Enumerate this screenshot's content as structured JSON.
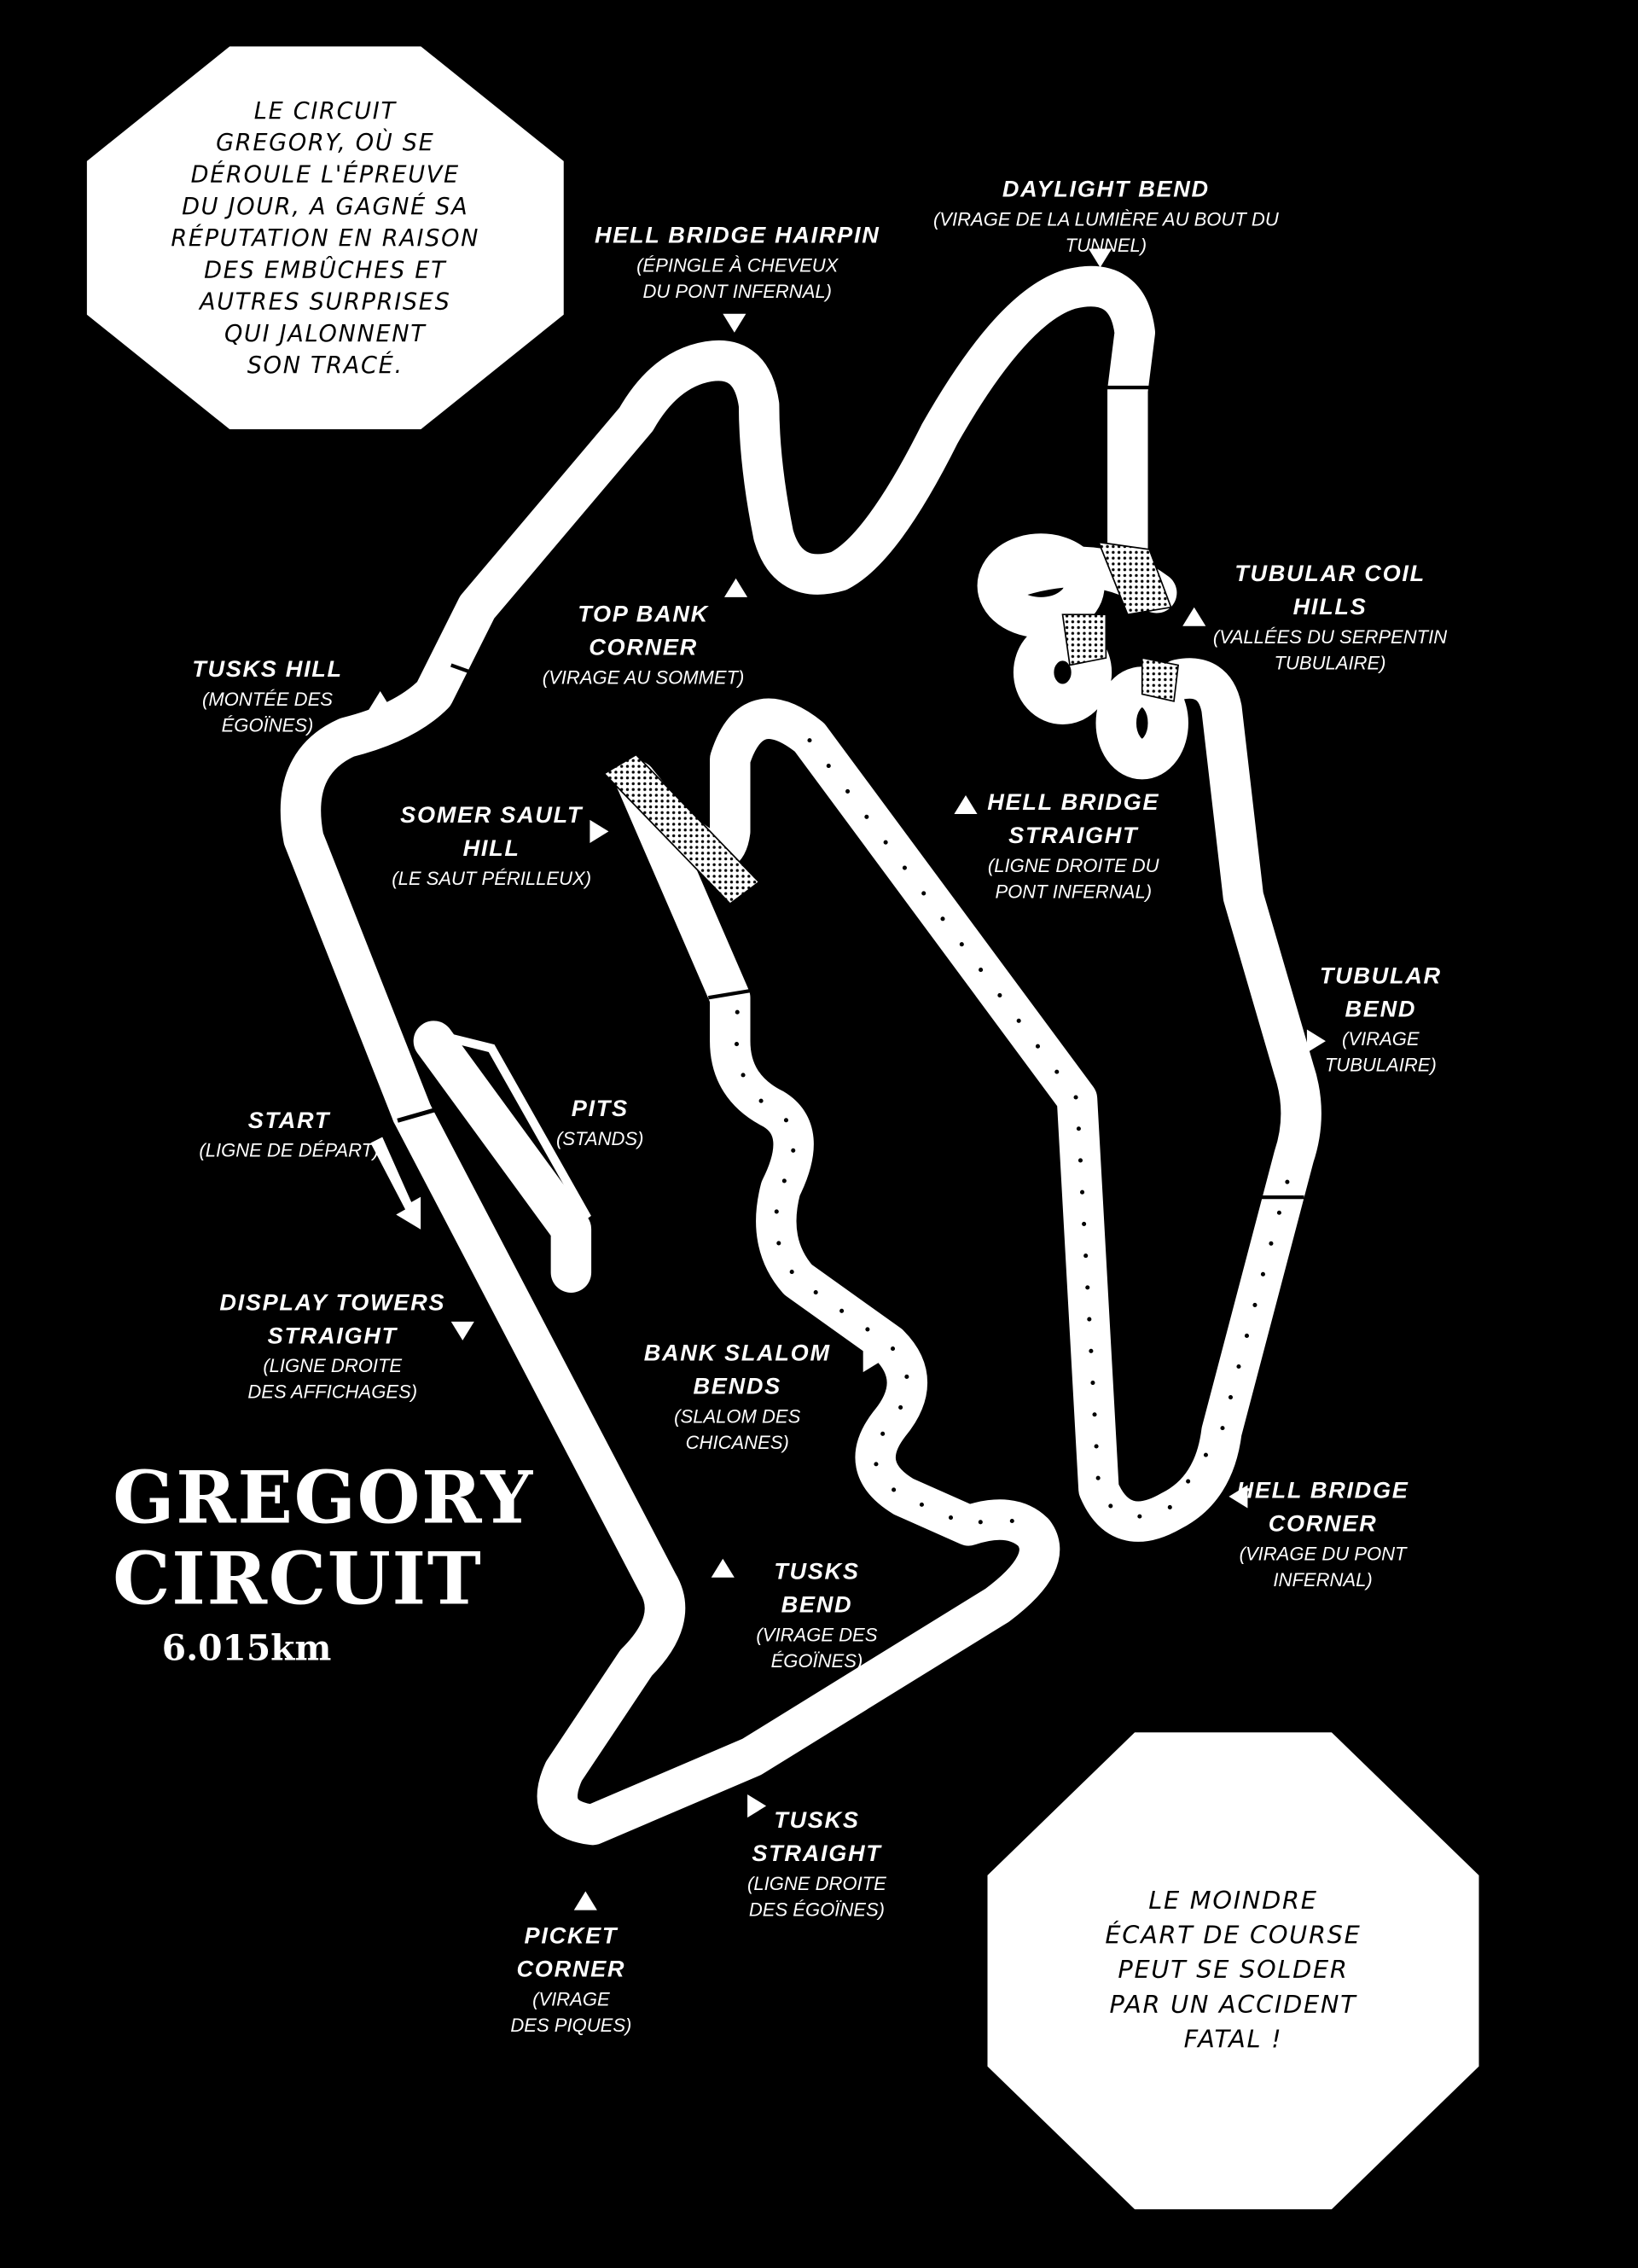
{
  "bubbles": {
    "top": "Le circuit\nGregory, où se\ndéroule l'épreuve\ndu jour, a gagné sa\nréputation en raison\ndes embûches et\nautres surprises\nqui jalonnent\nson tracé.",
    "bottom": "Le moindre\nécart de course\npeut se solder\npar un accident\nfatal !"
  },
  "circuit": {
    "name_line1": "GREGORY",
    "name_line2": "CIRCUIT",
    "length": "6.015km"
  },
  "labels": {
    "daylight_bend": {
      "title": "DAYLIGHT BEND",
      "sub": "(VIRAGE DE LA LUMIÈRE AU BOUT DU TUNNEL)"
    },
    "hell_bridge_hairpin": {
      "title": "HELL BRIDGE HAIRPIN",
      "sub": "(ÉPINGLE À CHEVEUX\nDU PONT INFERNAL)"
    },
    "tubular_coil_hills": {
      "title": "TUBULAR COIL\nHILLS",
      "sub": "(VALLÉES DU SERPENTIN\nTUBULAIRE)"
    },
    "top_bank_corner": {
      "title": "TOP BANK\nCORNER",
      "sub": "(VIRAGE AU SOMMET)"
    },
    "tusks_hill": {
      "title": "TUSKS HILL",
      "sub": "(MONTÉE DES\nÉGOÏNES)"
    },
    "somer_sault_hill": {
      "title": "SOMER SAULT\nHILL",
      "sub": "(LE SAUT PÉRILLEUX)"
    },
    "hell_bridge_straight": {
      "title": "HELL BRIDGE\nSTRAIGHT",
      "sub": "(LIGNE DROITE DU\nPONT INFERNAL)"
    },
    "tubular_bend": {
      "title": "TUBULAR\nBEND",
      "sub": "(VIRAGE\nTUBULAIRE)"
    },
    "start": {
      "title": "START",
      "sub": "(LIGNE DE DÉPART)"
    },
    "pits": {
      "title": "PITS",
      "sub": "(STANDS)"
    },
    "display_towers_straight": {
      "title": "DISPLAY TOWERS\nSTRAIGHT",
      "sub": "(LIGNE DROITE\nDES AFFICHAGES)"
    },
    "bank_slalom_bends": {
      "title": "BANK SLALOM\nBENDS",
      "sub": "(SLALOM DES\nCHICANES)"
    },
    "hell_bridge_corner": {
      "title": "HELL BRIDGE\nCORNER",
      "sub": "(VIRAGE DU PONT\nINFERNAL)"
    },
    "tusks_bend": {
      "title": "TUSKS BEND",
      "sub": "(VIRAGE DES\nÉGOÏNES)"
    },
    "tusks_straight": {
      "title": "TUSKS\nSTRAIGHT",
      "sub": "(LIGNE DROITE\nDES ÉGOÏNES)"
    },
    "picket_corner": {
      "title": "PICKET\nCORNER",
      "sub": "(VIRAGE\nDES PIQUES)"
    }
  },
  "colors": {
    "background": "#000000",
    "track": "#ffffff"
  }
}
